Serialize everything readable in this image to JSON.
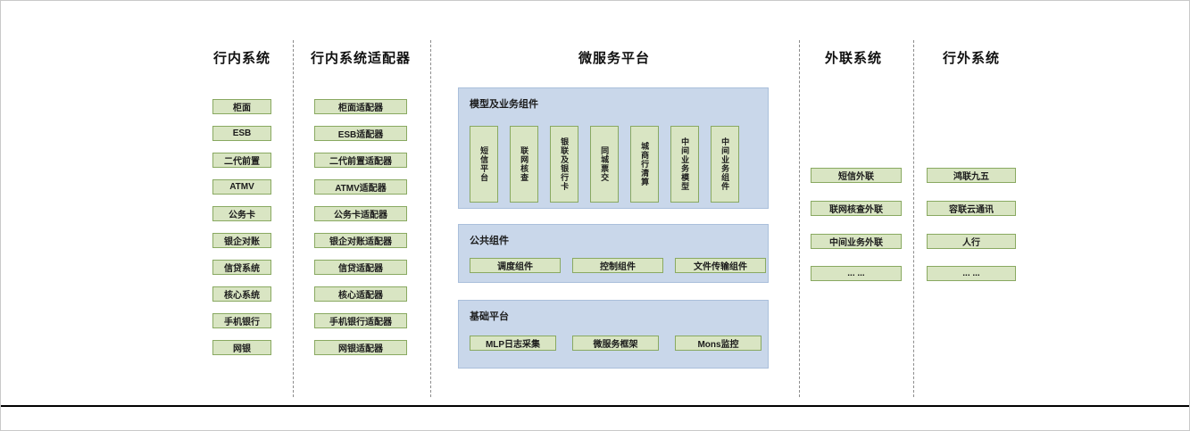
{
  "colors": {
    "green_fill": "#d9e5c3",
    "green_border": "#89a961",
    "blue_fill": "#c9d7ea",
    "blue_border": "#aabfdb",
    "separator": "#8c8c8c",
    "header_text": "#111111",
    "bottom_rule": "#000000"
  },
  "columns": {
    "internal": {
      "title": "行内系统",
      "items": [
        "柜面",
        "ESB",
        "二代前置",
        "ATMV",
        "公务卡",
        "银企对账",
        "信贷系统",
        "核心系统",
        "手机银行",
        "网银"
      ]
    },
    "adapters": {
      "title": "行内系统适配器",
      "items": [
        "柜面适配器",
        "ESB适配器",
        "二代前置适配器",
        "ATMV适配器",
        "公务卡适配器",
        "银企对账适配器",
        "信贷适配器",
        "核心适配器",
        "手机银行适配器",
        "网银适配器"
      ]
    },
    "platform": {
      "title": "微服务平台",
      "groups": [
        {
          "label": "模型及业务组件",
          "items": [
            "短信平台",
            "联网核查",
            "银联及银行卡",
            "同城票交",
            "城商行清算",
            "中间业务模型",
            "中间业务组件"
          ]
        },
        {
          "label": "公共组件",
          "items": [
            "调度组件",
            "控制组件",
            "文件传输组件"
          ]
        },
        {
          "label": "基础平台",
          "items": [
            "MLP日志采集",
            "微服务框架",
            "Mons监控"
          ]
        }
      ]
    },
    "outbound": {
      "title": "外联系统",
      "items": [
        "短信外联",
        "联网核查外联",
        "中间业务外联",
        "... ..."
      ]
    },
    "external": {
      "title": "行外系统",
      "items": [
        "鸿联九五",
        "容联云通讯",
        "人行",
        "... ..."
      ]
    }
  }
}
